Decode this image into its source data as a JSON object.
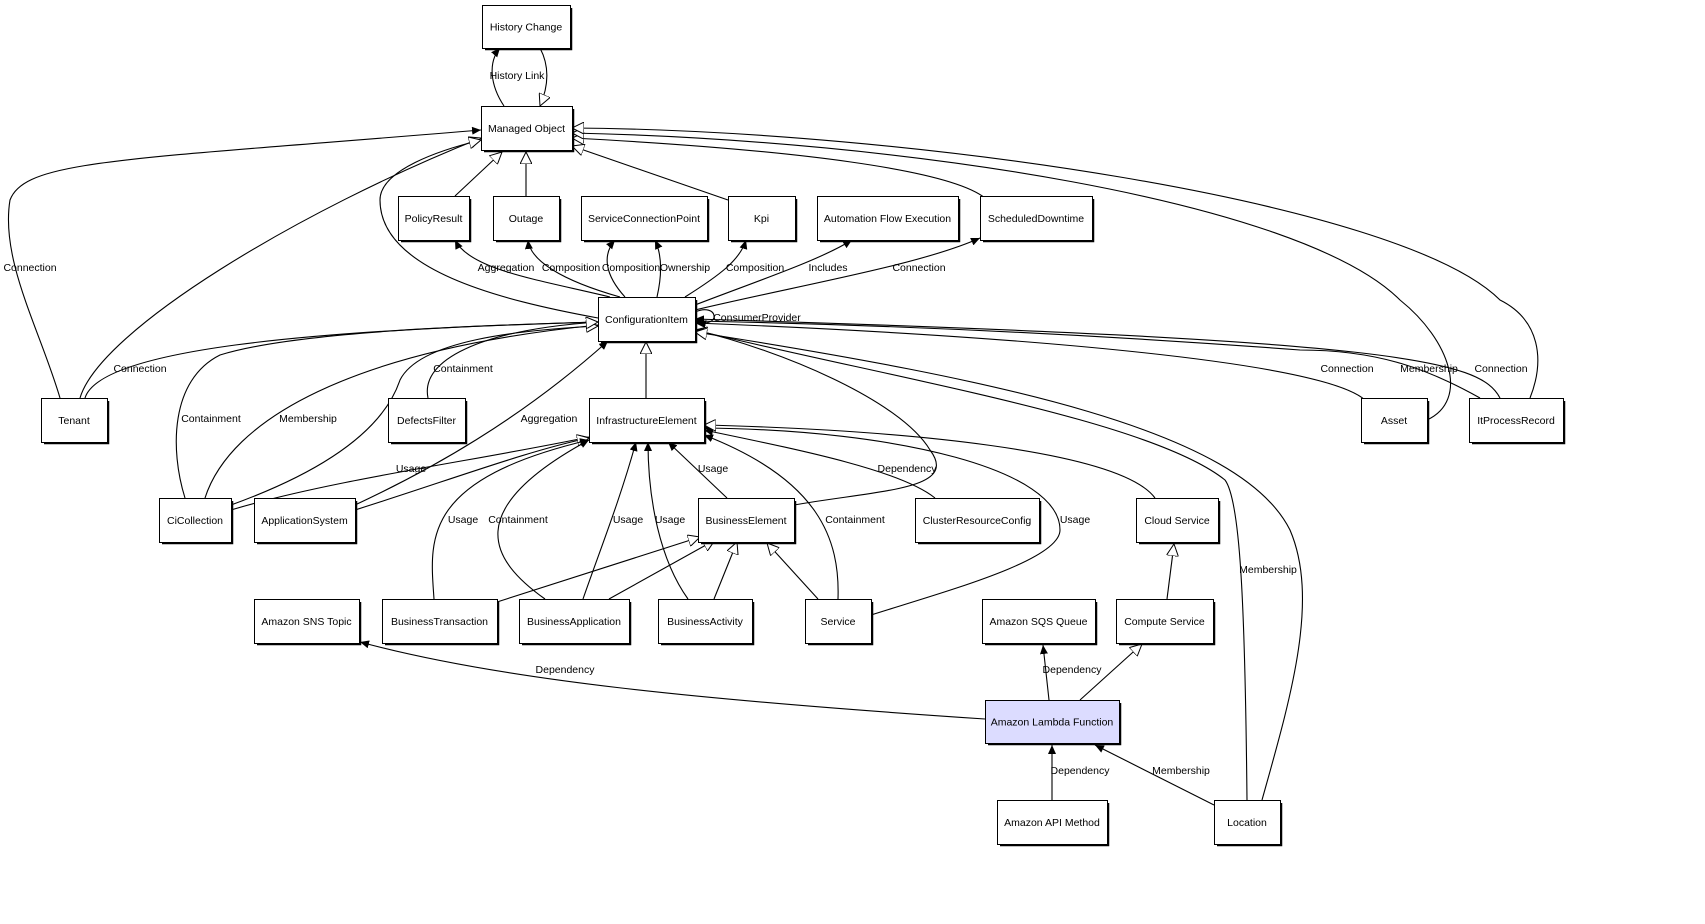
{
  "diagram": {
    "highlight_color": "#dcdcff",
    "nodes": [
      {
        "id": "history-change",
        "label": "History Change"
      },
      {
        "id": "managed-object",
        "label": "Managed Object"
      },
      {
        "id": "policy-result",
        "label": "PolicyResult"
      },
      {
        "id": "outage",
        "label": "Outage"
      },
      {
        "id": "service-connection-point",
        "label": "ServiceConnectionPoint"
      },
      {
        "id": "kpi",
        "label": "Kpi"
      },
      {
        "id": "automation-flow-execution",
        "label": "Automation Flow Execution"
      },
      {
        "id": "scheduled-downtime",
        "label": "ScheduledDowntime"
      },
      {
        "id": "configuration-item",
        "label": "ConfigurationItem"
      },
      {
        "id": "tenant",
        "label": "Tenant"
      },
      {
        "id": "defects-filter",
        "label": "DefectsFilter"
      },
      {
        "id": "infrastructure-element",
        "label": "InfrastructureElement"
      },
      {
        "id": "asset",
        "label": "Asset"
      },
      {
        "id": "it-process-record",
        "label": "ItProcessRecord"
      },
      {
        "id": "ci-collection",
        "label": "CiCollection"
      },
      {
        "id": "application-system",
        "label": "ApplicationSystem"
      },
      {
        "id": "business-element",
        "label": "BusinessElement"
      },
      {
        "id": "cluster-resource-config",
        "label": "ClusterResourceConfig"
      },
      {
        "id": "cloud-service",
        "label": "Cloud Service"
      },
      {
        "id": "amazon-sns-topic",
        "label": "Amazon SNS Topic"
      },
      {
        "id": "business-transaction",
        "label": "BusinessTransaction"
      },
      {
        "id": "business-application",
        "label": "BusinessApplication"
      },
      {
        "id": "business-activity",
        "label": "BusinessActivity"
      },
      {
        "id": "service",
        "label": "Service"
      },
      {
        "id": "amazon-sqs-queue",
        "label": "Amazon SQS Queue"
      },
      {
        "id": "compute-service",
        "label": "Compute Service"
      },
      {
        "id": "amazon-lambda-function",
        "label": "Amazon Lambda Function",
        "highlighted": true
      },
      {
        "id": "amazon-api-method",
        "label": "Amazon API Method"
      },
      {
        "id": "location",
        "label": "Location"
      }
    ],
    "edges": [
      {
        "from": "managed-object",
        "to": "history-change",
        "label": "History Link",
        "arrow": "filled"
      },
      {
        "from": "history-change",
        "to": "managed-object",
        "label": "",
        "arrow": "hollow"
      },
      {
        "from": "tenant",
        "to": "managed-object",
        "label": "Connection",
        "arrow": "filled"
      },
      {
        "from": "tenant",
        "to": "managed-object",
        "label": "",
        "arrow": "hollow"
      },
      {
        "from": "policy-result",
        "to": "managed-object",
        "label": "",
        "arrow": "hollow"
      },
      {
        "from": "outage",
        "to": "managed-object",
        "label": "",
        "arrow": "hollow"
      },
      {
        "from": "kpi",
        "to": "managed-object",
        "label": "",
        "arrow": "hollow"
      },
      {
        "from": "scheduled-downtime",
        "to": "managed-object",
        "label": "",
        "arrow": "hollow"
      },
      {
        "from": "asset",
        "to": "managed-object",
        "label": "",
        "arrow": "hollow"
      },
      {
        "from": "it-process-record",
        "to": "managed-object",
        "label": "",
        "arrow": "hollow"
      },
      {
        "from": "configuration-item",
        "to": "managed-object",
        "label": "",
        "arrow": "hollow"
      },
      {
        "from": "configuration-item",
        "to": "policy-result",
        "label": "Aggregation",
        "arrow": "filled"
      },
      {
        "from": "configuration-item",
        "to": "outage",
        "label": "Composition",
        "arrow": "filled"
      },
      {
        "from": "configuration-item",
        "to": "service-connection-point",
        "label": "Composition",
        "arrow": "filled"
      },
      {
        "from": "configuration-item",
        "to": "service-connection-point",
        "label": "Ownership",
        "arrow": "filled"
      },
      {
        "from": "configuration-item",
        "to": "kpi",
        "label": "Composition",
        "arrow": "filled"
      },
      {
        "from": "configuration-item",
        "to": "automation-flow-execution",
        "label": "Includes",
        "arrow": "filled"
      },
      {
        "from": "configuration-item",
        "to": "scheduled-downtime",
        "label": "Connection",
        "arrow": "filled"
      },
      {
        "from": "configuration-item",
        "to": "configuration-item",
        "label": "ConsumerProvider",
        "arrow": "filled"
      },
      {
        "from": "tenant",
        "to": "configuration-item",
        "label": "Connection",
        "arrow": "filled"
      },
      {
        "from": "ci-collection",
        "to": "configuration-item",
        "label": "Containment",
        "arrow": "filled"
      },
      {
        "from": "ci-collection",
        "to": "configuration-item",
        "label": "Membership",
        "arrow": "filled"
      },
      {
        "from": "ci-collection",
        "to": "configuration-item",
        "label": "",
        "arrow": "hollow"
      },
      {
        "from": "defects-filter",
        "to": "configuration-item",
        "label": "Containment",
        "arrow": "hollow"
      },
      {
        "from": "application-system",
        "to": "configuration-item",
        "label": "Aggregation",
        "arrow": "filled"
      },
      {
        "from": "infrastructure-element",
        "to": "configuration-item",
        "label": "",
        "arrow": "hollow"
      },
      {
        "from": "ci-collection",
        "to": "infrastructure-element",
        "label": "Usage",
        "arrow": "filled"
      },
      {
        "from": "application-system",
        "to": "infrastructure-element",
        "label": "",
        "arrow": "hollow"
      },
      {
        "from": "business-transaction",
        "to": "infrastructure-element",
        "label": "Usage",
        "arrow": "filled"
      },
      {
        "from": "business-application",
        "to": "infrastructure-element",
        "label": "Containment",
        "arrow": "filled"
      },
      {
        "from": "business-application",
        "to": "infrastructure-element",
        "label": "Usage",
        "arrow": "filled"
      },
      {
        "from": "business-activity",
        "to": "infrastructure-element",
        "label": "Usage",
        "arrow": "filled"
      },
      {
        "from": "business-element",
        "to": "infrastructure-element",
        "label": "Usage",
        "arrow": "filled"
      },
      {
        "from": "service",
        "to": "infrastructure-element",
        "label": "Containment",
        "arrow": "filled"
      },
      {
        "from": "service",
        "to": "infrastructure-element",
        "label": "Usage",
        "arrow": "filled"
      },
      {
        "from": "cluster-resource-config",
        "to": "infrastructure-element",
        "label": "Dependency",
        "arrow": "filled"
      },
      {
        "from": "cloud-service",
        "to": "infrastructure-element",
        "label": "",
        "arrow": "hollow"
      },
      {
        "from": "business-element",
        "to": "configuration-item",
        "label": "",
        "arrow": "hollow"
      },
      {
        "from": "business-transaction",
        "to": "business-element",
        "label": "",
        "arrow": "hollow"
      },
      {
        "from": "business-application",
        "to": "business-element",
        "label": "",
        "arrow": "hollow"
      },
      {
        "from": "business-activity",
        "to": "business-element",
        "label": "",
        "arrow": "hollow"
      },
      {
        "from": "service",
        "to": "business-element",
        "label": "",
        "arrow": "hollow"
      },
      {
        "from": "compute-service",
        "to": "cloud-service",
        "label": "",
        "arrow": "hollow"
      },
      {
        "from": "amazon-lambda-function",
        "to": "amazon-sns-topic",
        "label": "Dependency",
        "arrow": "filled"
      },
      {
        "from": "amazon-lambda-function",
        "to": "amazon-sqs-queue",
        "label": "Dependency",
        "arrow": "filled"
      },
      {
        "from": "amazon-lambda-function",
        "to": "compute-service",
        "label": "",
        "arrow": "hollow"
      },
      {
        "from": "amazon-api-method",
        "to": "amazon-lambda-function",
        "label": "Dependency",
        "arrow": "filled"
      },
      {
        "from": "location",
        "to": "amazon-lambda-function",
        "label": "Membership",
        "arrow": "filled"
      },
      {
        "from": "location",
        "to": "configuration-item",
        "label": "Membership",
        "arrow": "filled"
      },
      {
        "from": "location",
        "to": "configuration-item",
        "label": "",
        "arrow": "hollow"
      },
      {
        "from": "asset",
        "to": "configuration-item",
        "label": "Connection",
        "arrow": "filled"
      },
      {
        "from": "it-process-record",
        "to": "configuration-item",
        "label": "Membership",
        "arrow": "filled"
      },
      {
        "from": "it-process-record",
        "to": "configuration-item",
        "label": "Connection",
        "arrow": "filled"
      }
    ]
  }
}
